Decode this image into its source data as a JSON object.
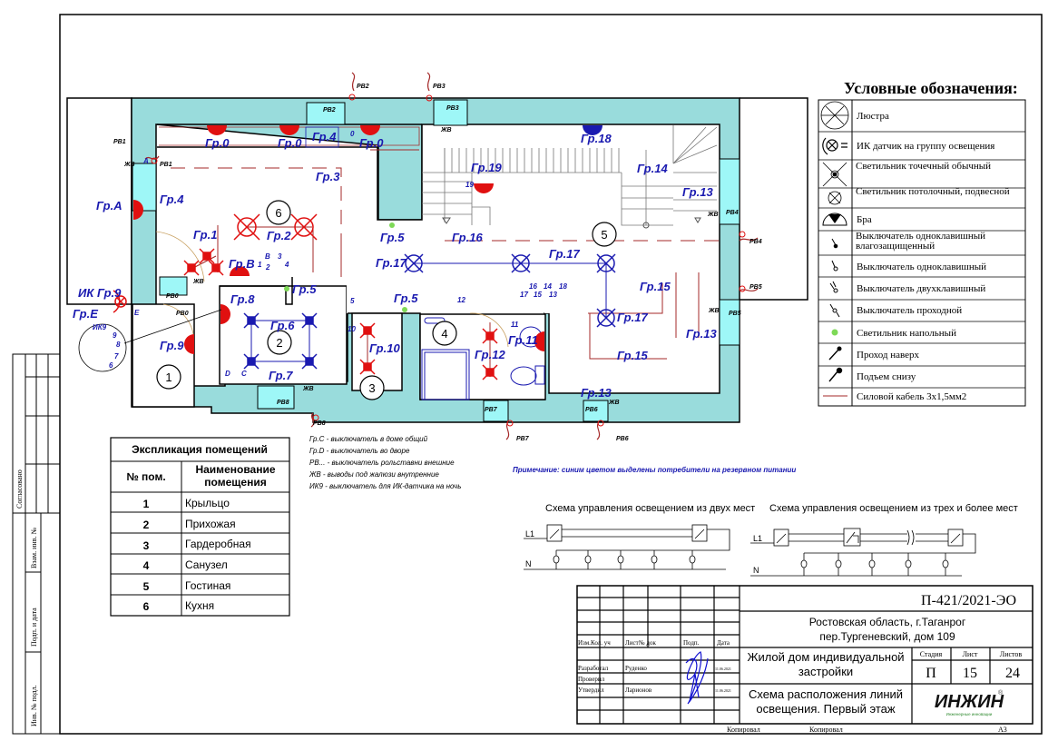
{
  "colors": {
    "wall_fill": "#99dcdc",
    "window_fill": "#9ef7f7",
    "cable_red": "#a52a2a",
    "fixture_red": "#e01010",
    "reserve_blue": "#1a1ab0",
    "floor_lamp_green": "#7ed957",
    "logo_green": "#2f8a2f"
  },
  "legend": {
    "title": "Условные обозначения:",
    "items": [
      {
        "icon": "chandelier-icon",
        "label": "Люстра"
      },
      {
        "icon": "ir-sensor-icon",
        "label": "ИК датчик на группу освещения"
      },
      {
        "icon": "spot-light-icon",
        "label": "Светильник точечный обычный"
      },
      {
        "icon": "ceiling-light-icon",
        "label": "Светильник потолочный, подвесной"
      },
      {
        "icon": "sconce-icon",
        "label": "Бра"
      },
      {
        "icon": "waterproof-switch-icon",
        "label": "Выключатель одноклавишный влагозащищенный"
      },
      {
        "icon": "single-switch-icon",
        "label": "Выключатель одноклавишный"
      },
      {
        "icon": "double-switch-icon",
        "label": "Выключатель двухклавишный"
      },
      {
        "icon": "pass-switch-icon",
        "label": "Выключатель проходной"
      },
      {
        "icon": "floor-lamp-icon",
        "label": "Светильник напольный"
      },
      {
        "icon": "riser-up-icon",
        "label": "Проход наверх"
      },
      {
        "icon": "riser-from-below-icon",
        "label": "Подъем снизу"
      },
      {
        "icon": "power-cable-icon",
        "label": "Силовой кабель 3х1,5мм2"
      }
    ]
  },
  "plan": {
    "group_labels": {
      "g0a": "Гр.0",
      "g0b": "Гр.0",
      "g0c": "Гр.0",
      "g4top": "Гр.4",
      "g18": "Гр.18",
      "g19": "Гр.19",
      "g14": "Гр.14",
      "g13a": "Гр.13",
      "gA": "Гр.А",
      "g4": "Гр.4",
      "g3": "Гр.3",
      "g2": "Гр.2",
      "g1": "Гр.1",
      "g5a": "Гр.5",
      "g16": "Гр.16",
      "g17a": "Гр.17",
      "g17b": "Гр.17",
      "g17c": "Гр.17",
      "gB": "Гр.B",
      "g5b": "Гр.5",
      "g5c": "Гр.5",
      "g15a": "Гр.15",
      "g15b": "Гр.15",
      "g13b": "Гр.13",
      "g13c": "Гр.13",
      "ikg9": "ИК Гр.9",
      "gE": "Гр.E",
      "g8": "Гр.8",
      "g6": "Гр.6",
      "g9": "Гр.9",
      "g10": "Гр.10",
      "g12": "Гр.12",
      "g11": "Гр.11",
      "g7": "Гр.7"
    },
    "tags": {
      "rv1a": "РВ1",
      "rv1b": "РВ1",
      "zhv1": "ЖВ",
      "a": "А",
      "rv2a": "РВ2",
      "rv2b": "РВ2",
      "sw0": "0",
      "rv3a": "РВ3",
      "rv3b": "РВ3",
      "zhv3": "ЖВ",
      "sw19": "19",
      "rv4a": "РВ4",
      "rv4b": "РВ4",
      "zhv4": "ЖВ",
      "rv5a": "РВ5",
      "rv5b": "РВ5",
      "zhv5": "ЖВ",
      "rv0a": "РВ0",
      "rv0b": "РВ0",
      "zhv0": "ЖВ",
      "e": "E",
      "ik9": "ИК9",
      "n9": "9",
      "n8": "8",
      "n7": "7",
      "n6": "6",
      "n1": "1",
      "n2": "2",
      "nB": "B",
      "n3": "3",
      "n4": "4",
      "nD": "D",
      "nC": "C",
      "rv8a": "РВ8",
      "rv8b": "РВ8",
      "zhv8": "ЖВ",
      "n5": "5",
      "n10": "10",
      "n12": "12",
      "n11": "11",
      "n16": "16",
      "n14": "14",
      "n18": "18",
      "n17": "17",
      "n15": "15",
      "n13": "13",
      "rv7a": "РВ7",
      "rv7b": "РВ7",
      "rv6a": "РВ6",
      "rv6b": "РВ6",
      "zhv6": "ЖВ"
    },
    "room_numbers": [
      "1",
      "2",
      "3",
      "4",
      "5",
      "6"
    ]
  },
  "explication": {
    "title": "Экспликация помещений",
    "col_num": "№ пом.",
    "col_name": "Наименование помещения",
    "rows": [
      {
        "num": "1",
        "name": "Крыльцо"
      },
      {
        "num": "2",
        "name": "Прихожая"
      },
      {
        "num": "3",
        "name": "Гардеробная"
      },
      {
        "num": "4",
        "name": "Санузел"
      },
      {
        "num": "5",
        "name": "Гостиная"
      },
      {
        "num": "6",
        "name": "Кухня"
      }
    ]
  },
  "notes": [
    "Гр.С - выключатель  в доме общий",
    "Гр.D - выключатель во дворе",
    "РВ... - выключатель рольставни внешние",
    "ЖВ - выводы под жалюзи внутренние",
    "ИК9 - выключатель для ИК-датчика на ночь"
  ],
  "reserve_note": "Примечание: синим цветом выделены потребители на резервном питании",
  "schemes": {
    "two_places": {
      "title": "Схема управления освещением из двух мест",
      "l1": "L1",
      "n": "N"
    },
    "three_places": {
      "title": "Схема управления освещением из трех и более мест",
      "l1": "L1",
      "n": "N"
    }
  },
  "title_block": {
    "code": "П-421/2021-ЭО",
    "address_line1": "Ростовская область, г.Таганрог",
    "address_line2": "пер.Тургеневский, дом 109",
    "object_line1": "Жилой дом индивидуальной",
    "object_line2": "застройки",
    "sheet_title_line1": "Схема расположения линий",
    "sheet_title_line2": "освещения. Первый этаж",
    "stage_header": "Стадия",
    "sheet_header": "Лист",
    "sheets_header": "Листов",
    "stage": "П",
    "sheet": "15",
    "sheets": "24",
    "col_headers": [
      "Изм.",
      "Кол. уч",
      "Лист",
      "№ док",
      "Подп.",
      "Дата"
    ],
    "roles": [
      {
        "role": "Разработал",
        "name": "Руденко",
        "date": "11.06.2021"
      },
      {
        "role": "Проверил",
        "name": "",
        "date": ""
      },
      {
        "role": "Утвердил",
        "name": "Ларионов",
        "date": "11.06.2021"
      }
    ],
    "copied_1": "Копировал",
    "copied_2": "Копировал",
    "format": "А3",
    "logo_text": "ИНЖИН",
    "logo_sub": "Инженерные инновации",
    "logo_reg": "®"
  },
  "margin_stamp": {
    "agreed": "Согласовано",
    "replaced_inv": "Взам. инв. №",
    "sign_date": "Подп. и дата",
    "inv_orig": "Инв. № подл."
  }
}
